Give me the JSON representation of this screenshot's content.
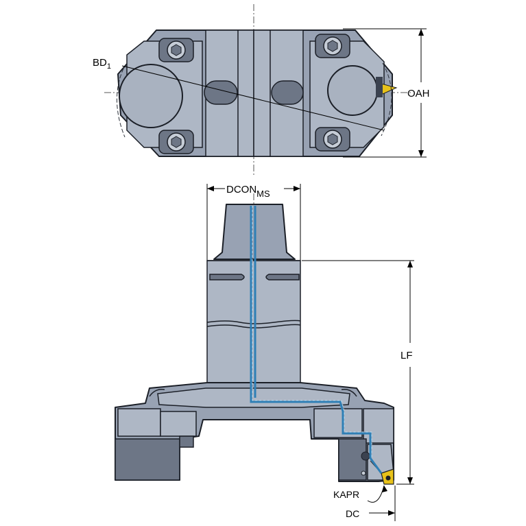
{
  "drawing": {
    "labels": {
      "bd": "BD",
      "bd_sub": "1",
      "oah": "OAH",
      "dcon": "DCON",
      "dcon_sub": "MS",
      "lf": "LF",
      "kapr": "KAPR",
      "dc": "DC"
    },
    "colors": {
      "body": "#98a2b3",
      "face": "#aeb7c5",
      "shadow": "#6d7686",
      "coolant": "#2f7fb5",
      "insert": "#e8c21a",
      "outline": "#1b1f27"
    }
  }
}
